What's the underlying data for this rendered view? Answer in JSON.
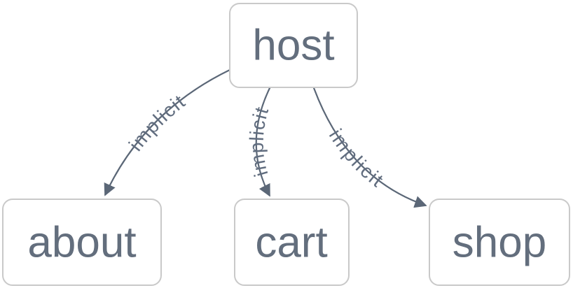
{
  "diagram": {
    "type": "graph",
    "background_color": "#ffffff",
    "colors": {
      "node_fill": "#ffffff",
      "node_border": "#c9c9c9",
      "node_text": "#636e7d",
      "edge": "#5b6777",
      "edge_label": "#616d7f"
    },
    "nodes": [
      {
        "id": "host",
        "label": "host"
      },
      {
        "id": "about",
        "label": "about"
      },
      {
        "id": "cart",
        "label": "cart"
      },
      {
        "id": "shop",
        "label": "shop"
      }
    ],
    "edges": [
      {
        "from": "host",
        "to": "about",
        "label": "implicit"
      },
      {
        "from": "host",
        "to": "cart",
        "label": "implicit"
      },
      {
        "from": "host",
        "to": "shop",
        "label": "implicit"
      }
    ]
  }
}
